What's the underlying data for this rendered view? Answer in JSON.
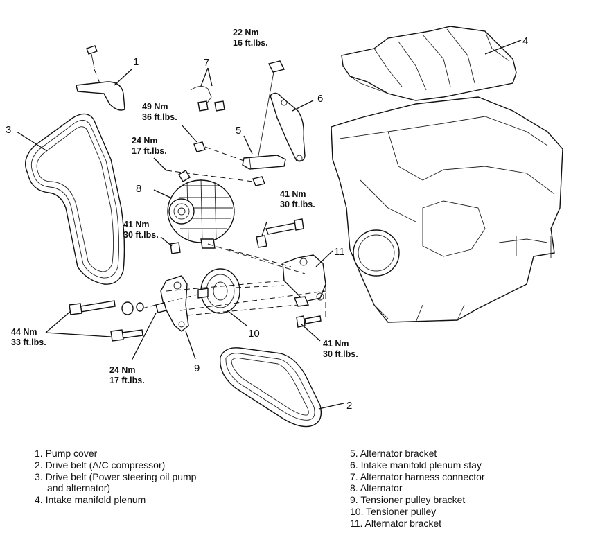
{
  "callouts": {
    "n1": "1",
    "n2": "2",
    "n3": "3",
    "n4": "4",
    "n5": "5",
    "n6": "6",
    "n7": "7",
    "n8": "8",
    "n9": "9",
    "n10": "10",
    "n11": "11"
  },
  "torque": {
    "t22": [
      "22 Nm",
      "16 ft.lbs."
    ],
    "t49": [
      "49 Nm",
      "36 ft.lbs."
    ],
    "t24a": [
      "24 Nm",
      "17 ft.lbs."
    ],
    "t41a": [
      "41 Nm",
      "30 ft.lbs."
    ],
    "t41b": [
      "41 Nm",
      "30 ft.lbs."
    ],
    "t44": [
      "44 Nm",
      "33 ft.lbs."
    ],
    "t24b": [
      "24 Nm",
      "17 ft.lbs."
    ],
    "t41c": [
      "41 Nm",
      "30 ft.lbs."
    ]
  },
  "legend_left": [
    "1. Pump cover",
    "2. Drive belt (A/C compressor)",
    "3. Drive belt (Power steering oil pump",
    "and alternator)",
    "4. Intake manifold plenum"
  ],
  "legend_right": [
    "5. Alternator bracket",
    "6. Intake manifold plenum stay",
    "7. Alternator harness connector",
    "8. Alternator",
    "9. Tensioner pulley bracket",
    "10. Tensioner pulley",
    "11. Alternator bracket"
  ]
}
